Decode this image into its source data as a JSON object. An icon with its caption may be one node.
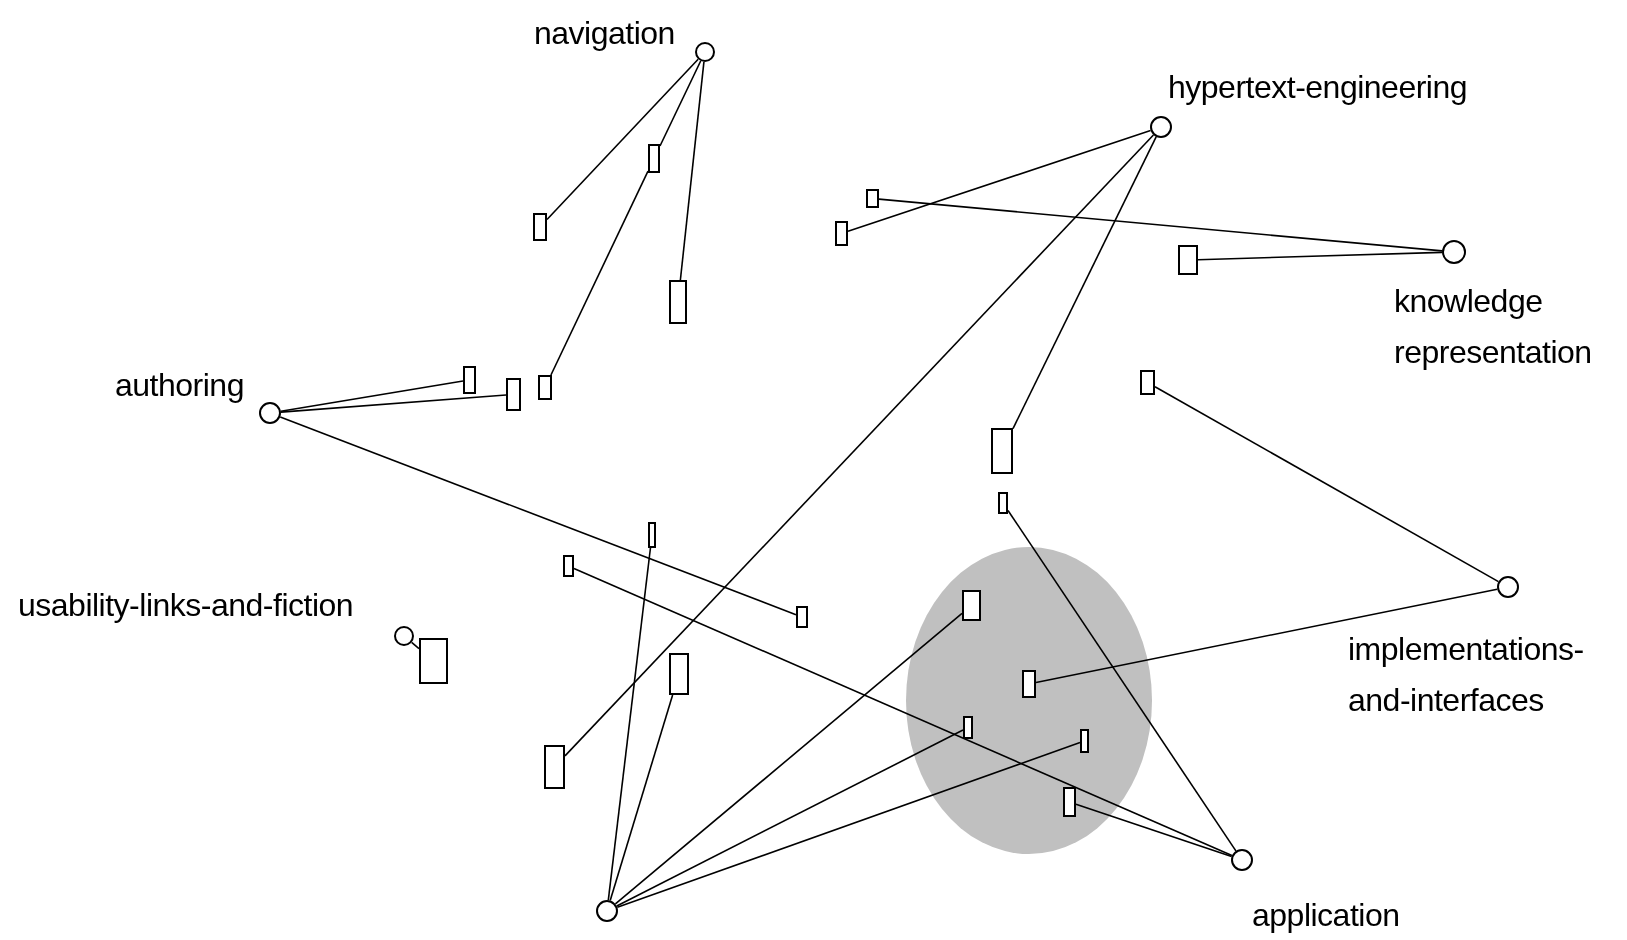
{
  "diagram": {
    "nodes": [
      {
        "text": [
          "navigation"
        ]
      },
      {
        "text": [
          "hypertext-engineering"
        ]
      },
      {
        "text": [],
        "shape": "box"
      },
      {
        "text": [],
        "shape": "box"
      },
      {
        "text": [],
        "shape": "box"
      },
      {
        "text": [],
        "shape": "box"
      },
      {
        "text": [
          "knowledge representation"
        ]
      },
      {
        "text": [],
        "shape": "box"
      },
      {
        "text": [],
        "shape": "box"
      },
      {
        "text": [],
        "shape": "box"
      },
      {
        "text": [],
        "shape": "box"
      },
      {
        "text": [],
        "shape": "box"
      },
      {
        "text": [],
        "shape": "box"
      },
      {
        "text": [
          "authoring"
        ]
      },
      {
        "text": [],
        "shape": "box"
      },
      {
        "text": [],
        "shape": "box"
      },
      {
        "text": [],
        "shape": "box"
      },
      {
        "text": [],
        "shape": "box"
      },
      {
        "text": [
          "implementations-and-interfaces"
        ]
      },
      {
        "text": [],
        "shape": "box"
      },
      {
        "text": [
          "usability-links-and-fiction"
        ]
      },
      {
        "text": [],
        "shape": "box"
      },
      {
        "text": [],
        "shape": "ellipse"
      },
      {
        "text": [],
        "shape": "box",
        "in": 22
      },
      {
        "text": [],
        "shape": "box"
      },
      {
        "text": [],
        "shape": "box",
        "in": 22
      },
      {
        "text": [],
        "shape": "box",
        "in": 22
      },
      {
        "text": [],
        "shape": "box",
        "in": 22
      },
      {
        "text": [],
        "shape": "box"
      },
      {
        "text": [],
        "shape": "box",
        "in": 22
      },
      {
        "text": [
          "application"
        ]
      },
      {
        "text": [],
        "shape": "circle"
      }
    ],
    "edges": [
      {
        "from": 0,
        "to": 4,
        "arrow": "none"
      },
      {
        "from": 0,
        "to": 2,
        "arrow": "none"
      },
      {
        "from": 2,
        "to": 10,
        "arrow": "none"
      },
      {
        "from": 0,
        "to": 8,
        "arrow": "none"
      },
      {
        "from": 13,
        "to": 9,
        "arrow": "none"
      },
      {
        "from": 13,
        "to": 11,
        "arrow": "none"
      },
      {
        "from": 13,
        "to": 19,
        "arrow": "none"
      },
      {
        "from": 1,
        "to": 5,
        "arrow": "none"
      },
      {
        "from": 3,
        "to": 6,
        "arrow": "none"
      },
      {
        "from": 7,
        "to": 6,
        "arrow": "none"
      },
      {
        "from": 1,
        "to": 14,
        "arrow": "none"
      },
      {
        "from": 1,
        "to": 28,
        "arrow": "none"
      },
      {
        "from": 12,
        "to": 18,
        "arrow": "none"
      },
      {
        "from": 25,
        "to": 18,
        "arrow": "none"
      },
      {
        "from": 15,
        "to": 30,
        "arrow": "none"
      },
      {
        "from": 17,
        "to": 30,
        "arrow": "none"
      },
      {
        "from": 29,
        "to": 30,
        "arrow": "none"
      },
      {
        "from": 31,
        "to": 16,
        "arrow": "none"
      },
      {
        "from": 31,
        "to": 24,
        "arrow": "none"
      },
      {
        "from": 31,
        "to": 23,
        "arrow": "none"
      },
      {
        "from": 31,
        "to": 26,
        "arrow": "none"
      },
      {
        "from": 31,
        "to": 27,
        "arrow": "none"
      },
      {
        "from": 20,
        "to": 21,
        "arrow": "none"
      }
    ]
  }
}
